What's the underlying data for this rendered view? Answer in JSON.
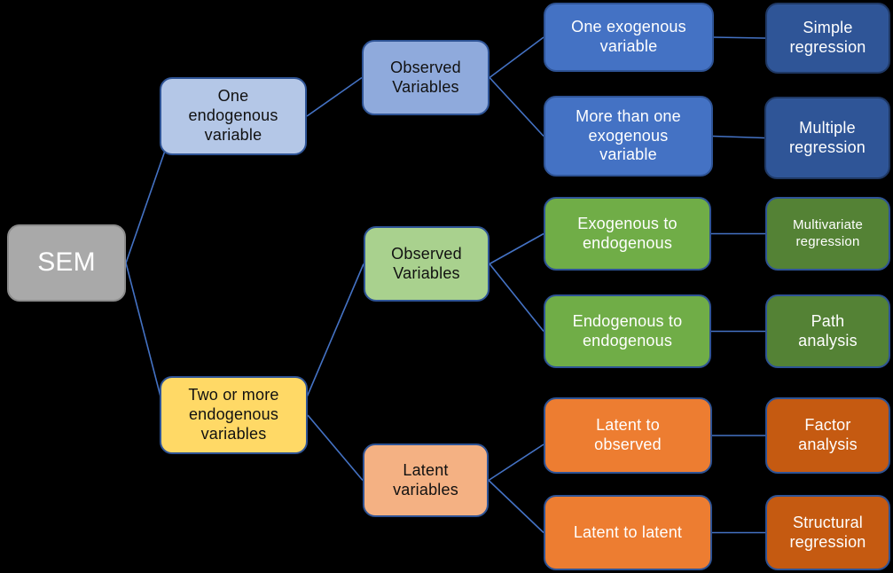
{
  "background_color": "#000000",
  "connector_color": "#4472C4",
  "diagram": {
    "root_label": "SEM",
    "nodes": [
      {
        "id": "sem",
        "label": "SEM",
        "fill": "#A9A9A9",
        "border": "#8C8C8C",
        "text_color": "#FFFFFF"
      },
      {
        "id": "one-endo",
        "label": "One\nendogenous\nvariable",
        "fill": "#B4C7E7",
        "border": "#2E5395",
        "text_color": "#111111"
      },
      {
        "id": "obs-blue",
        "label": "Observed\nVariables",
        "fill": "#8FAADC",
        "border": "#2E5395",
        "text_color": "#111111"
      },
      {
        "id": "one-exo",
        "label": "One exogenous\nvariable",
        "fill": "#4472C4",
        "border": "#2E5395",
        "text_color": "#FFFFFF"
      },
      {
        "id": "simple",
        "label": "Simple\nregression",
        "fill": "#2F5597",
        "border": "#1F3864",
        "text_color": "#FFFFFF"
      },
      {
        "id": "more-exo",
        "label": "More than one\nexogenous\nvariable",
        "fill": "#4472C4",
        "border": "#2E5395",
        "text_color": "#FFFFFF"
      },
      {
        "id": "multiple",
        "label": "Multiple\nregression",
        "fill": "#2F5597",
        "border": "#1F3864",
        "text_color": "#FFFFFF"
      },
      {
        "id": "obs-green",
        "label": "Observed\nVariables",
        "fill": "#A9D18E",
        "border": "#2E5395",
        "text_color": "#111111"
      },
      {
        "id": "exo-endo",
        "label": "Exogenous to\nendogenous",
        "fill": "#70AD47",
        "border": "#2E5395",
        "text_color": "#FFFFFF"
      },
      {
        "id": "multivariate",
        "label": "Multivariate\nregression",
        "fill": "#548235",
        "border": "#2E5395",
        "text_color": "#FFFFFF"
      },
      {
        "id": "endo-endo",
        "label": "Endogenous to\nendogenous",
        "fill": "#70AD47",
        "border": "#2E5395",
        "text_color": "#FFFFFF"
      },
      {
        "id": "path",
        "label": "Path\nanalysis",
        "fill": "#548235",
        "border": "#2E5395",
        "text_color": "#FFFFFF"
      },
      {
        "id": "two-endo",
        "label": "Two or more\nendogenous\nvariables",
        "fill": "#FFD966",
        "border": "#2E5395",
        "text_color": "#111111"
      },
      {
        "id": "latent-vars",
        "label": "Latent\nvariables",
        "fill": "#F4B183",
        "border": "#2E5395",
        "text_color": "#111111"
      },
      {
        "id": "lat-obs",
        "label": "Latent to\nobserved",
        "fill": "#ED7D31",
        "border": "#2E5395",
        "text_color": "#FFFFFF"
      },
      {
        "id": "factor",
        "label": "Factor\nanalysis",
        "fill": "#C55A11",
        "border": "#2E5395",
        "text_color": "#FFFFFF"
      },
      {
        "id": "lat-lat",
        "label": "Latent to latent",
        "fill": "#ED7D31",
        "border": "#2E5395",
        "text_color": "#FFFFFF"
      },
      {
        "id": "structural",
        "label": "Structural\nregression",
        "fill": "#C55A11",
        "border": "#2E5395",
        "text_color": "#FFFFFF"
      }
    ],
    "edges": [
      {
        "from": "sem",
        "to": "one-endo"
      },
      {
        "from": "sem",
        "to": "two-endo"
      },
      {
        "from": "one-endo",
        "to": "obs-blue"
      },
      {
        "from": "obs-blue",
        "to": "one-exo"
      },
      {
        "from": "obs-blue",
        "to": "more-exo"
      },
      {
        "from": "one-exo",
        "to": "simple"
      },
      {
        "from": "more-exo",
        "to": "multiple"
      },
      {
        "from": "two-endo",
        "to": "obs-green"
      },
      {
        "from": "two-endo",
        "to": "latent-vars"
      },
      {
        "from": "obs-green",
        "to": "exo-endo"
      },
      {
        "from": "obs-green",
        "to": "endo-endo"
      },
      {
        "from": "exo-endo",
        "to": "multivariate"
      },
      {
        "from": "endo-endo",
        "to": "path"
      },
      {
        "from": "latent-vars",
        "to": "lat-obs"
      },
      {
        "from": "latent-vars",
        "to": "lat-lat"
      },
      {
        "from": "lat-obs",
        "to": "factor"
      },
      {
        "from": "lat-lat",
        "to": "structural"
      }
    ]
  }
}
